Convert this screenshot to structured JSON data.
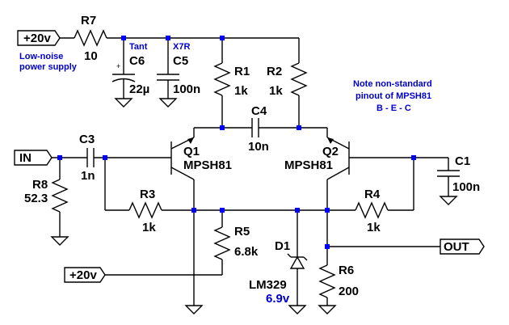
{
  "components": {
    "R7": {
      "name": "R7",
      "value": "10"
    },
    "R1": {
      "name": "R1",
      "value": "1k"
    },
    "R2": {
      "name": "R2",
      "value": "1k"
    },
    "R3": {
      "name": "R3",
      "value": "1k"
    },
    "R4": {
      "name": "R4",
      "value": "1k"
    },
    "R5": {
      "name": "R5",
      "value": "6.8k"
    },
    "R6": {
      "name": "R6",
      "value": "200"
    },
    "R8": {
      "name": "R8",
      "value": "52.3"
    },
    "C1": {
      "name": "C1",
      "value": "100n"
    },
    "C3": {
      "name": "C3",
      "value": "1n"
    },
    "C4": {
      "name": "C4",
      "value": "10n"
    },
    "C5": {
      "name": "C5",
      "value": "100n",
      "note": "X7R"
    },
    "C6": {
      "name": "C6",
      "value": "22µ",
      "note": "Tant"
    },
    "Q1": {
      "name": "Q1",
      "value": "MPSH81"
    },
    "Q2": {
      "name": "Q2",
      "value": "MPSH81"
    },
    "D1": {
      "name": "D1",
      "value": "LM329",
      "voltage": "6.9v"
    }
  },
  "ports": {
    "supply_top": "+20v",
    "supply_mid": "+20v",
    "input": "IN",
    "output": "OUT"
  },
  "notes": {
    "supply_line1": "Low-noise",
    "supply_line2": "power supply",
    "pinout_line1": "Note non-standard",
    "pinout_line2": "pinout of MPSH81",
    "pinout_line3": "B - E - C"
  },
  "colors": {
    "wire": "#000000",
    "junction": "#0000ff",
    "annotation": "#0000cc"
  }
}
